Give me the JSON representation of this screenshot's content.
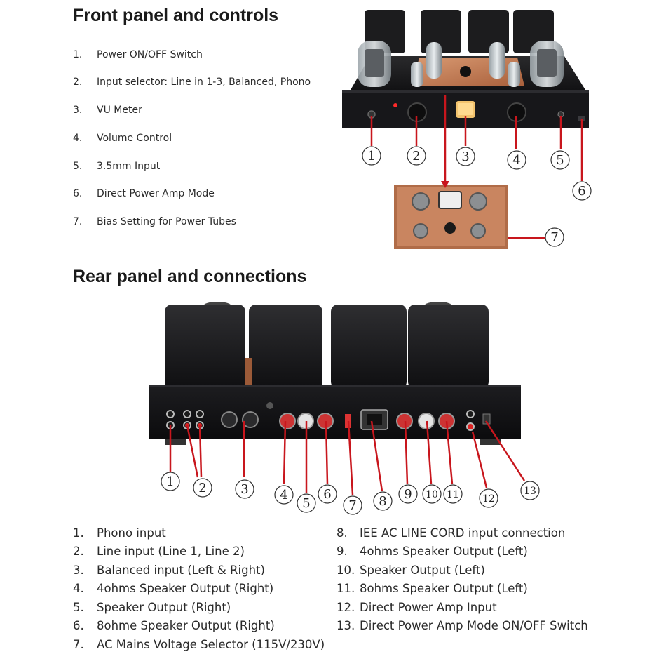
{
  "front": {
    "title": "Front panel and controls",
    "items": [
      {
        "num": "1.",
        "text": "Power ON/OFF Switch"
      },
      {
        "num": "2.",
        "text": "Input selector: Line in 1-3, Balanced,  Phono"
      },
      {
        "num": "3.",
        "text": "VU Meter"
      },
      {
        "num": "4.",
        "text": "Volume Control"
      },
      {
        "num": "5.",
        "text": "3.5mm Input"
      },
      {
        "num": "6.",
        "text": "Direct Power Amp Mode"
      },
      {
        "num": "7.",
        "text": "Bias Setting for Power Tubes"
      }
    ],
    "callouts": [
      "1",
      "2",
      "3",
      "4",
      "5",
      "6",
      "7"
    ]
  },
  "rear": {
    "title": "Rear panel and connections",
    "items_left": [
      {
        "num": "1.",
        "text": "Phono input"
      },
      {
        "num": "2.",
        "text": "Line input (Line 1, Line 2)"
      },
      {
        "num": "3.",
        "text": "Balanced input (Left  & Right)"
      },
      {
        "num": "4.",
        "text": "4ohms Speaker Output (Right)"
      },
      {
        "num": "5.",
        "text": "Speaker Output (Right)"
      },
      {
        "num": "6.",
        "text": "8ohme Speaker Output (Right)"
      },
      {
        "num": "7.",
        "text": "AC Mains Voltage Selector (115V/230V)"
      }
    ],
    "items_right": [
      {
        "num": "8.",
        "text": "IEE AC LINE CORD input connection"
      },
      {
        "num": "9.",
        "text": "4ohms Speaker Output (Left)"
      },
      {
        "num": "10.",
        "text": "Speaker Output (Left)"
      },
      {
        "num": "11.",
        "text": "8ohms Speaker Output (Left)"
      },
      {
        "num": "12.",
        "text": "Direct Power Amp Input"
      },
      {
        "num": "13.",
        "text": "Direct Power Amp Mode ON/OFF Switch"
      }
    ],
    "callouts": [
      "1",
      "2",
      "3",
      "4",
      "5",
      "6",
      "7",
      "8",
      "9",
      "10",
      "11",
      "12",
      "13"
    ]
  },
  "colors": {
    "callout_line": "#c8161d",
    "chassis": "#1b1b1d",
    "copper": "#c47a52"
  }
}
